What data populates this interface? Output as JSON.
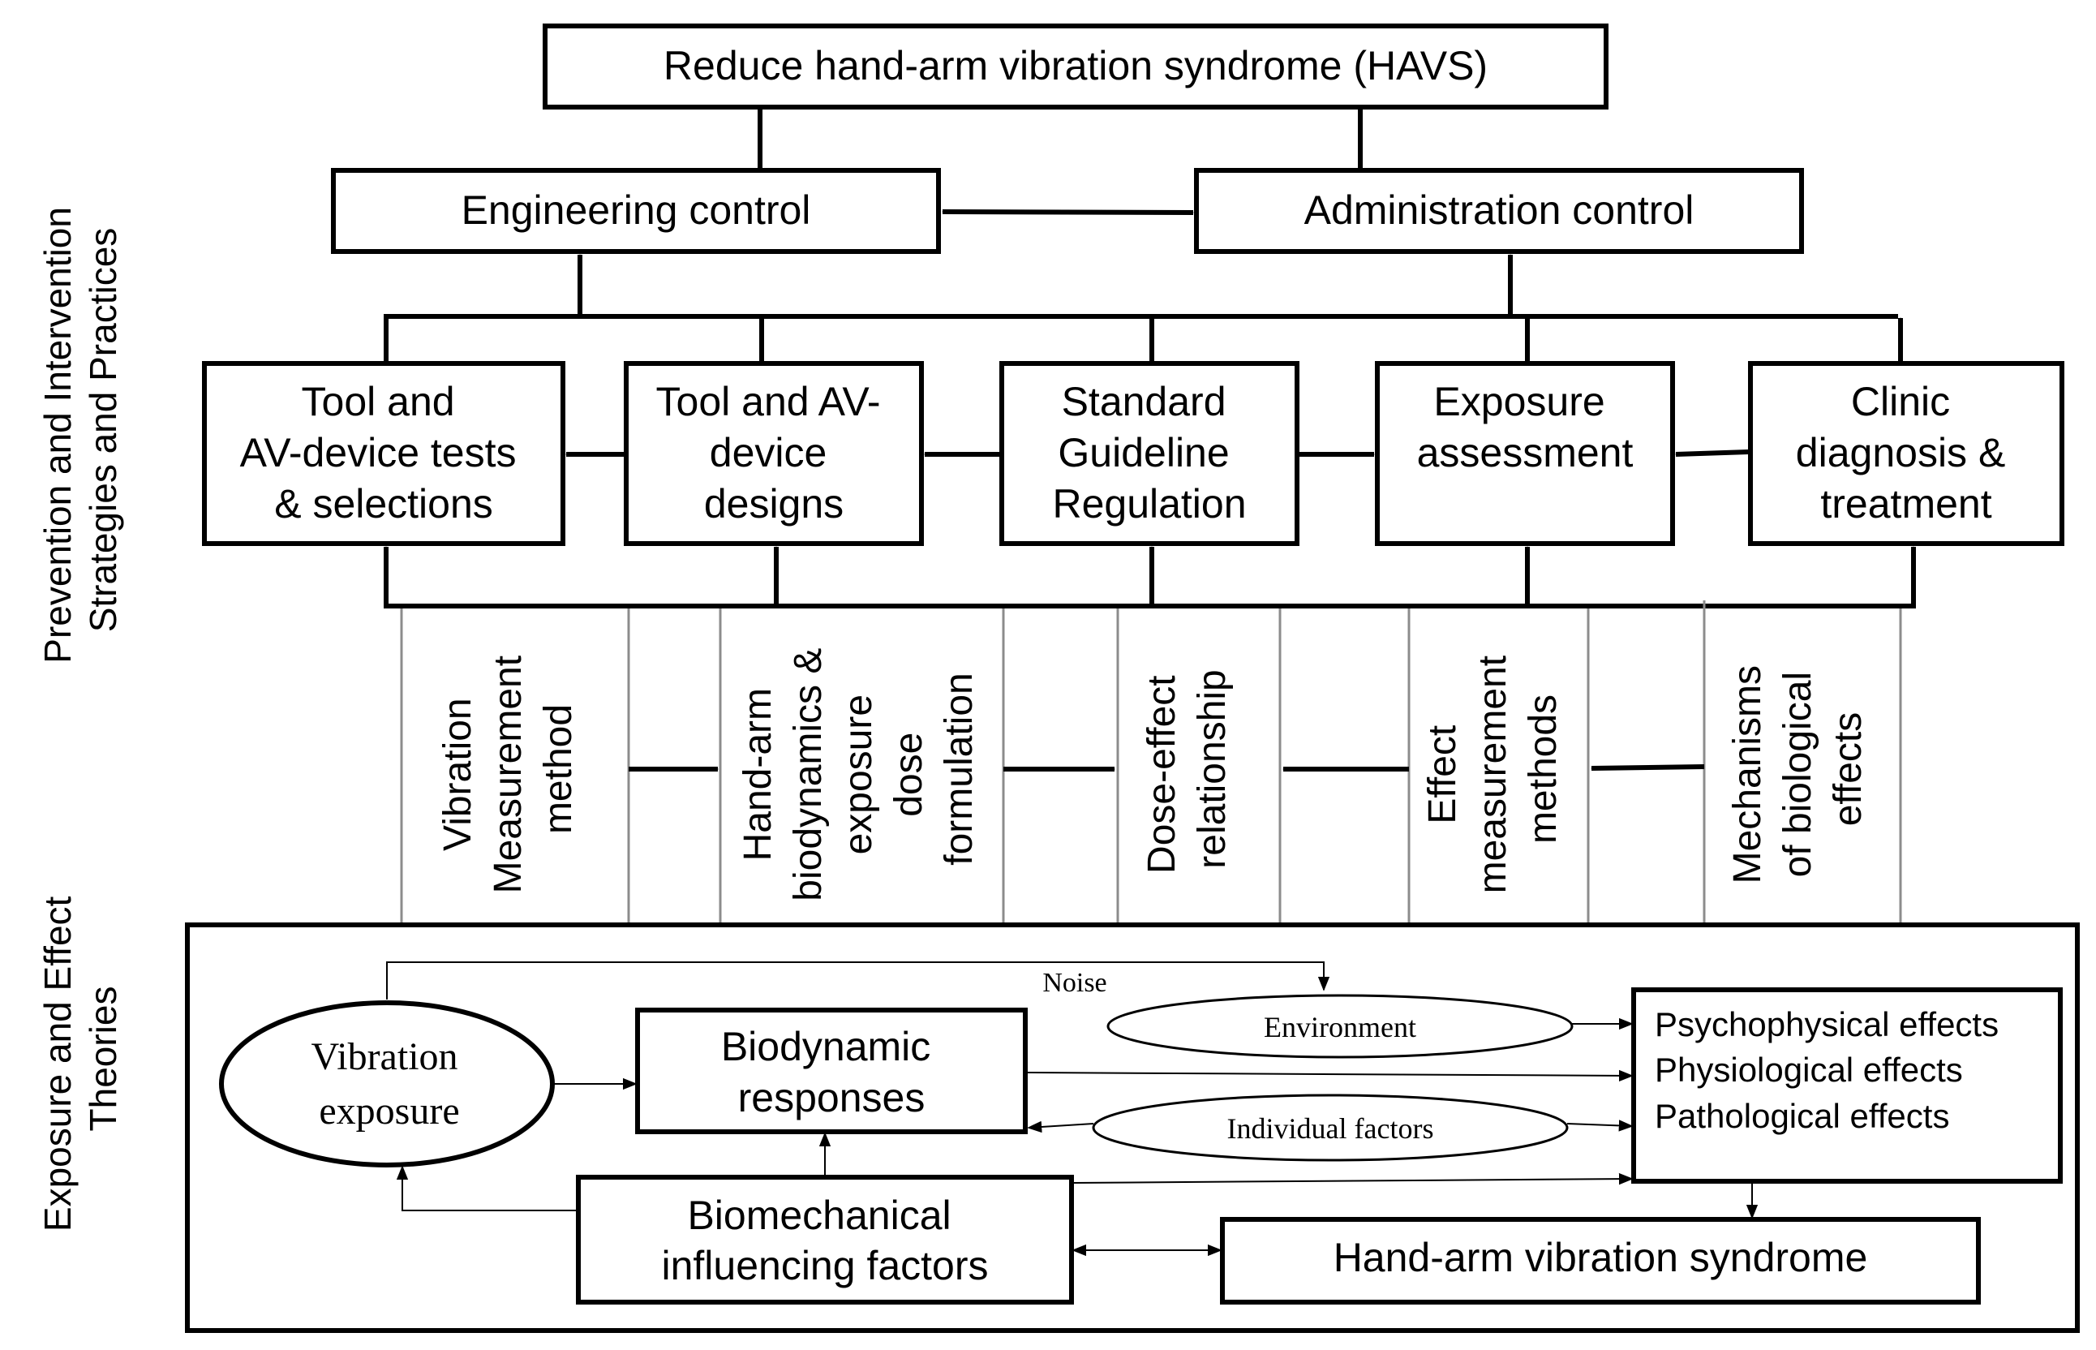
{
  "side_labels": {
    "prevention": [
      "Prevention and Intervention",
      "Strategies and Practices"
    ],
    "exposure": [
      "Exposure and Effect",
      "Theories"
    ]
  },
  "goal": "Reduce hand-arm vibration syndrome (HAVS)",
  "controls": {
    "engineering": "Engineering control",
    "administration": "Administration control"
  },
  "practices": [
    [
      "Tool and",
      "AV-device tests",
      "& selections"
    ],
    [
      "Tool and AV-",
      "device",
      "designs"
    ],
    [
      "Standard",
      "Guideline",
      "Regulation"
    ],
    [
      "Exposure",
      "assessment"
    ],
    [
      "Clinic",
      "diagnosis &",
      "treatment"
    ]
  ],
  "theories": [
    [
      "Vibration",
      "Measurement",
      "method"
    ],
    [
      "Hand-arm",
      "biodynamics &",
      "exposure",
      "dose",
      "formulation"
    ],
    [
      "Dose-effect",
      "relationship"
    ],
    [
      "Effect",
      "measurement",
      "methods"
    ],
    [
      "Mechanisms",
      "of biological",
      "effects"
    ]
  ],
  "model": {
    "vibration_exposure": [
      "Vibration",
      "exposure"
    ],
    "noise": "Noise",
    "environment": "Environment",
    "biodynamic_responses": [
      "Biodynamic",
      "responses"
    ],
    "individual_factors": "Individual factors",
    "effects": [
      "Psychophysical effects",
      "Physiological effects",
      "Pathological effects"
    ],
    "biomechanical": [
      "Biomechanical",
      "influencing factors"
    ],
    "havs": "Hand-arm vibration syndrome"
  }
}
